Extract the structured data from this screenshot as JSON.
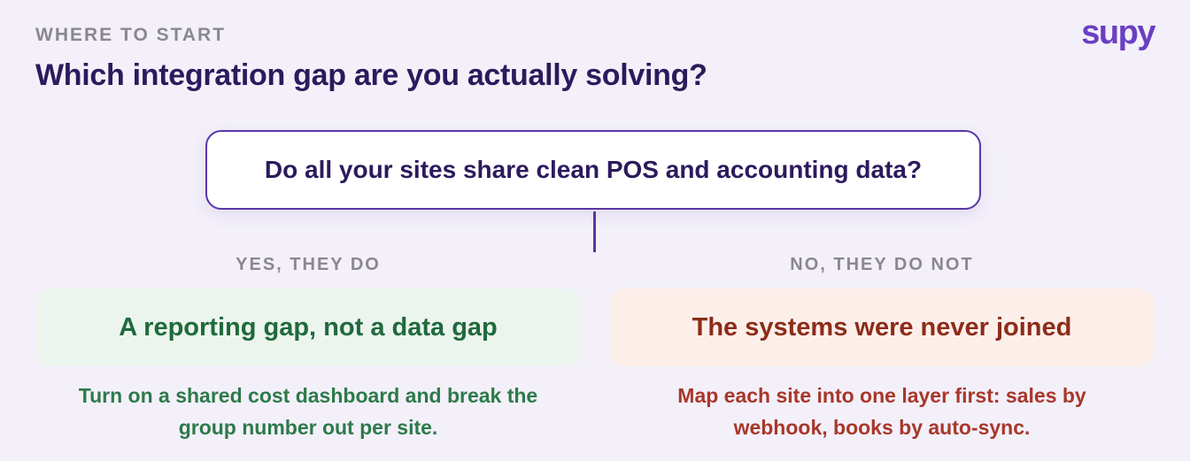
{
  "header": {
    "eyebrow": "WHERE TO START",
    "title": "Which integration gap are you actually solving?",
    "logo": "supy"
  },
  "question": "Do all your sites share clean POS and accounting data?",
  "branches": [
    {
      "label": "YES, THEY DO",
      "title": "A reporting gap, not a data gap",
      "description_lines": [
        "Turn on a shared cost dashboard and break the",
        "group number out per site."
      ]
    },
    {
      "label": "NO, THEY DO NOT",
      "title": "The systems were never joined",
      "description_lines": [
        "Map each site into one layer first: sales by",
        "webhook, books by auto-sync."
      ]
    }
  ],
  "colors": {
    "background": "#f3f0fa",
    "primary": "#2c1a5c",
    "brand": "#6a3fc2",
    "yes_text": "#1f6a3c",
    "yes_bg": "#ecf4ee",
    "no_text": "#8c2c19",
    "no_bg": "#fcefea"
  }
}
